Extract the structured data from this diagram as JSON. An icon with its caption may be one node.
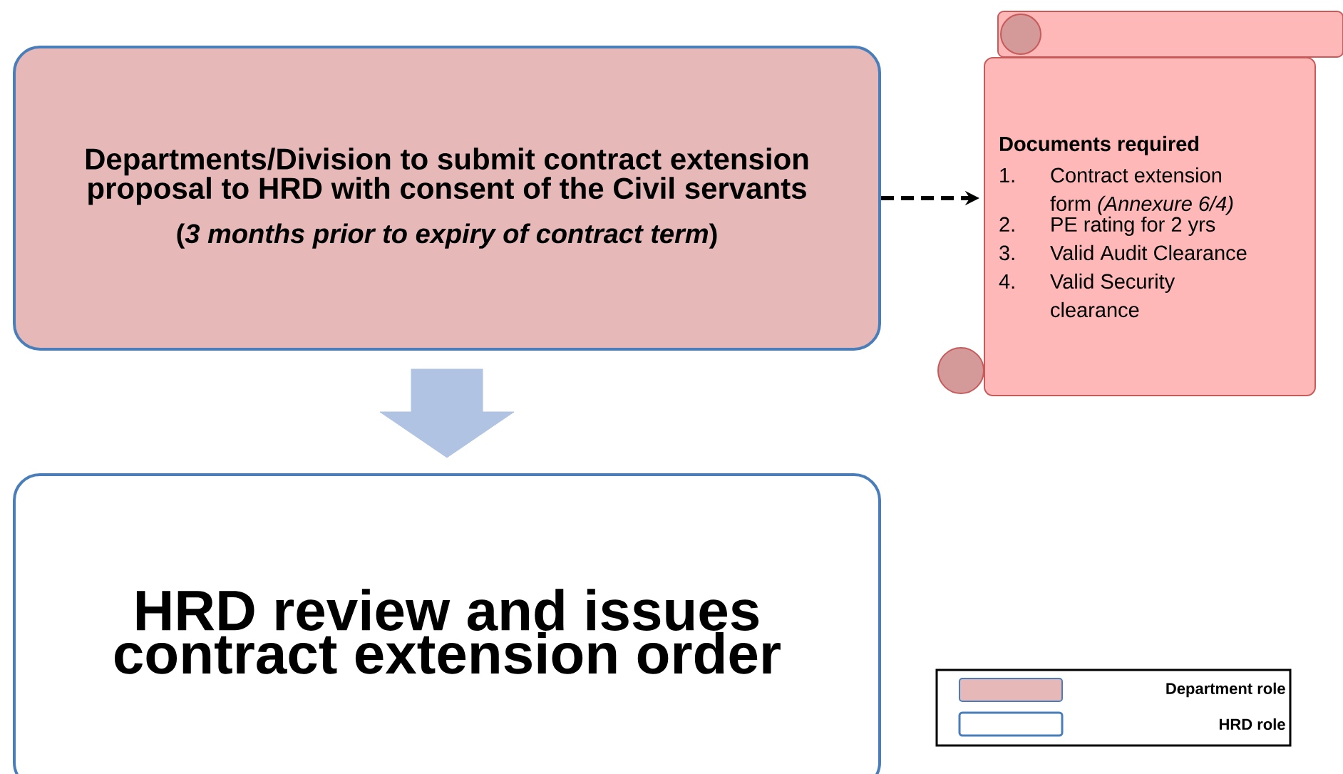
{
  "diagram": {
    "nodes": [
      {
        "text": [
          "Departments/Division to submit contract extension proposal to HRD with consent of the Civil servants",
          "(*3 months prior to expiry of contract term*)"
        ]
      },
      {
        "text": [
          "Documents required",
          "1.",
          "Contract extension form *(Annexure 6/4)*",
          "2.",
          "PE rating for 2 yrs",
          "3.",
          "Valid Audit Clearance",
          "4.",
          "Valid Security clearance"
        ]
      },
      {
        "text": [
          "HRD review and issues contract extension order"
        ]
      }
    ],
    "edges": [
      {
        "from": 0,
        "to": 1,
        "arrow": "to",
        "style": "dashed"
      },
      {
        "from": 0,
        "to": 2,
        "arrow": "to",
        "style": "thick",
        "color": "#b0c3e2"
      }
    ],
    "legend": [
      {
        "text": "Department role",
        "color": "#e6b9b8"
      },
      {
        "text": "HRD role"
      }
    ]
  }
}
